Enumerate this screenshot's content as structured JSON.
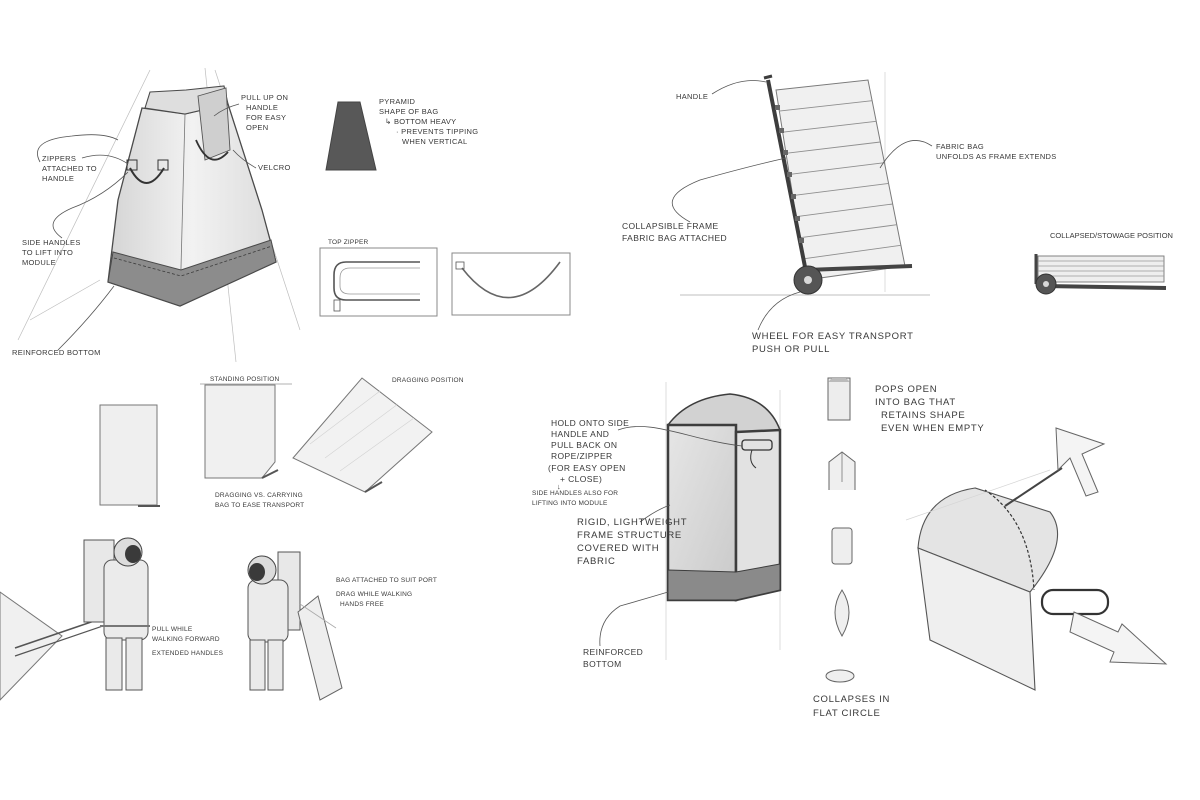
{
  "pyramid_bag": {
    "pull_up": [
      "PULL UP ON",
      "HANDLE",
      "FOR EASY",
      "OPEN"
    ],
    "zippers": [
      "ZIPPERS",
      "ATTACHED TO",
      "HANDLE"
    ],
    "velcro": "VELCRO",
    "side_handles": [
      "SIDE HANDLES",
      "TO LIFT INTO",
      "MODULE"
    ],
    "reinforced_bottom": "REINFORCED BOTTOM",
    "pyramid_note": [
      "PYRAMID",
      "SHAPE OF BAG",
      "↳ BOTTOM HEAVY",
      "· PREVENTS TIPPING",
      "WHEN VERTICAL"
    ],
    "top_zipper": "TOP ZIPPER"
  },
  "frame_cart": {
    "handle": "HANDLE",
    "fabric_bag": [
      "FABRIC BAG",
      "UNFOLDS AS FRAME EXTENDS"
    ],
    "collapsible_frame": [
      "COLLAPSIBLE FRAME",
      "FABRIC BAG ATTACHED"
    ],
    "collapsed": "COLLAPSED/STOWAGE POSITION",
    "wheel": [
      "WHEEL FOR EASY TRANSPORT",
      "PUSH OR PULL"
    ]
  },
  "transport": {
    "standing": "STANDING POSITION",
    "dragging": "DRAGGING POSITION",
    "dragging_vs": [
      "DRAGGING VS. CARRYING",
      "BAG TO EASE TRANSPORT"
    ],
    "pull_while": [
      "PULL WHILE",
      "WALKING FORWARD"
    ],
    "extended_handles": "EXTENDED HANDLES",
    "suit_port": "BAG ATTACHED TO SUIT PORT",
    "drag_while": [
      "DRAG WHILE WALKING",
      "HANDS FREE"
    ]
  },
  "frame_box": {
    "hold_onto": [
      "HOLD ONTO SIDE",
      "HANDLE AND",
      "PULL BACK ON",
      "ROPE/ZIPPER"
    ],
    "easy_open": [
      "(FOR EASY OPEN",
      "+ CLOSE)"
    ],
    "down_arrow": "↓",
    "side_handles_also": [
      "SIDE HANDLES ALSO FOR",
      "LIFTING INTO MODULE"
    ],
    "rigid": [
      "RIGID, LIGHTWEIGHT",
      "FRAME STRUCTURE",
      "COVERED WITH",
      "FABRIC"
    ],
    "reinforced": [
      "REINFORCED",
      "BOTTOM"
    ],
    "pops_open": [
      "POPS OPEN",
      "INTO BAG THAT",
      "RETAINS SHAPE",
      "EVEN WHEN EMPTY"
    ],
    "collapses": [
      "COLLAPSES IN",
      "FLAT CIRCLE"
    ]
  }
}
